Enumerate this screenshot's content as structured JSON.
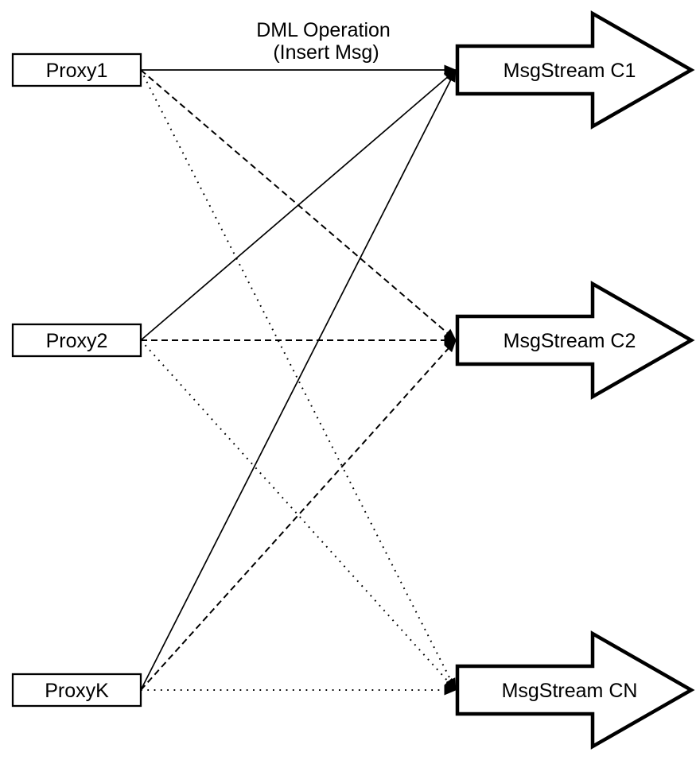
{
  "diagram": {
    "title": {
      "line1": "DML Operation",
      "line2": "(Insert Msg)"
    },
    "proxies": [
      {
        "id": "proxy1",
        "label": "Proxy1"
      },
      {
        "id": "proxy2",
        "label": "Proxy2"
      },
      {
        "id": "proxyk",
        "label": "ProxyK"
      }
    ],
    "streams": [
      {
        "id": "c1",
        "label": "MsgStream C1"
      },
      {
        "id": "c2",
        "label": "MsgStream C2"
      },
      {
        "id": "cn",
        "label": "MsgStream CN"
      }
    ],
    "edges": [
      {
        "from": "proxy1",
        "to": "c1",
        "style": "solid"
      },
      {
        "from": "proxy1",
        "to": "c2",
        "style": "dashed"
      },
      {
        "from": "proxy1",
        "to": "cn",
        "style": "dotted"
      },
      {
        "from": "proxy2",
        "to": "c1",
        "style": "solid"
      },
      {
        "from": "proxy2",
        "to": "c2",
        "style": "dashed"
      },
      {
        "from": "proxy2",
        "to": "cn",
        "style": "dotted"
      },
      {
        "from": "proxyk",
        "to": "c1",
        "style": "solid"
      },
      {
        "from": "proxyk",
        "to": "c2",
        "style": "dashed"
      },
      {
        "from": "proxyk",
        "to": "cn",
        "style": "dotted"
      }
    ],
    "colors": {
      "line": "#000000",
      "shape_fill": "#ffffff",
      "text": "#000000",
      "background": "#ffffff"
    }
  }
}
